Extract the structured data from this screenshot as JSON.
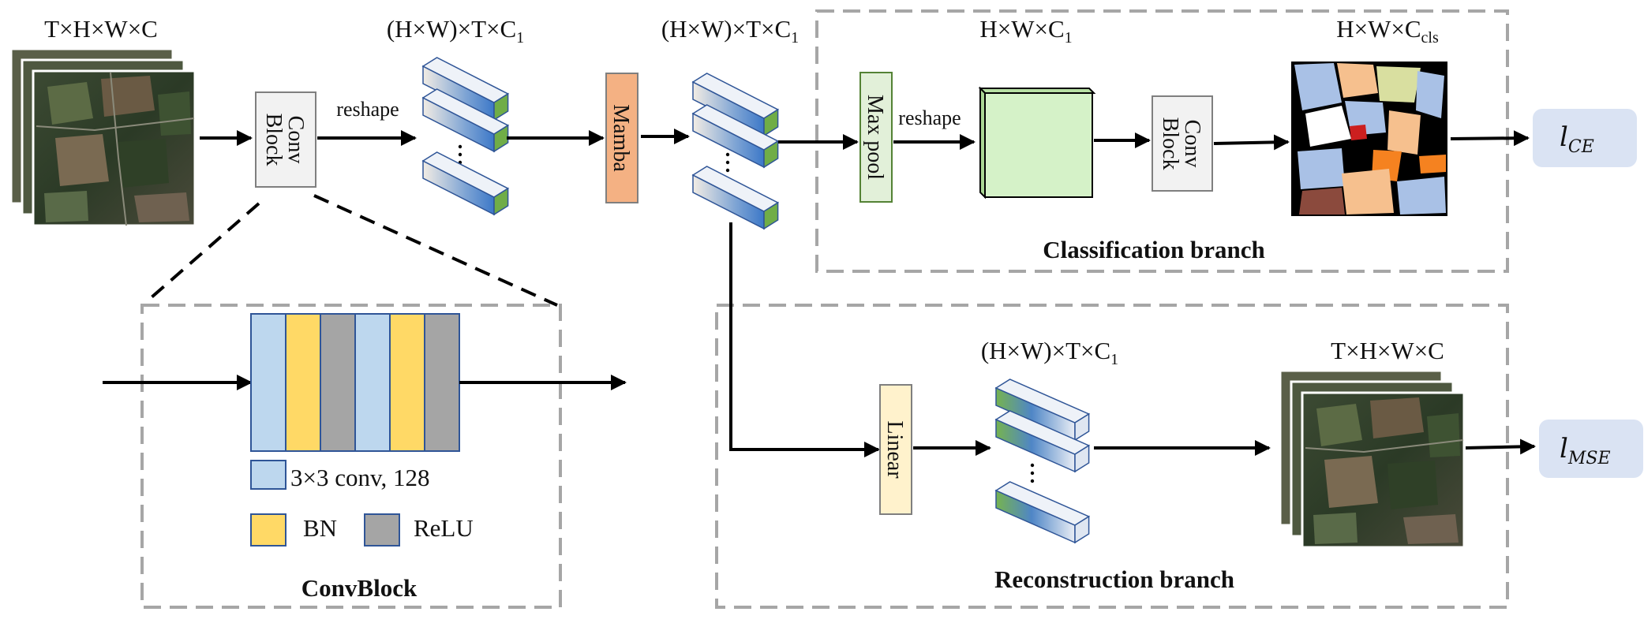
{
  "labels": {
    "input_dims": "T×H×W×C",
    "reshape_dims_a": "(H×W)×T×C",
    "reshape_dims_b": "(H×W)×T×C",
    "pool_dims": "H×W×C",
    "output_dims": "H×W×C",
    "output_sub": "cls",
    "recon_dims": "(H×W)×T×C",
    "recon_out_dims": "T×H×W×C",
    "sub_one": "1"
  },
  "blocks": {
    "conv_block_a": [
      "Conv",
      "Block"
    ],
    "mamba": "Mamba",
    "max_pool": "Max pool",
    "conv_block_b": [
      "Conv",
      "Block"
    ],
    "linear": "Linear"
  },
  "edges": {
    "reshape_a": "reshape",
    "reshape_b": "reshape"
  },
  "losses": {
    "ce": {
      "base": "l",
      "sub": "CE"
    },
    "mse": {
      "base": "l",
      "sub": "MSE"
    }
  },
  "branches": {
    "classification": "Classification branch",
    "reconstruction": "Reconstruction branch"
  },
  "convblock": {
    "title": "ConvBlock",
    "legend_conv": "3×3 conv, 128",
    "legend_bn": "BN",
    "legend_relu": "ReLU"
  },
  "colors": {
    "conv": "#bdd7ee",
    "bn": "#ffd966",
    "relu": "#a5a5a5",
    "mamba": "#f4b183",
    "maxpool": "#e2f0d9",
    "feature": "#d5f2c8",
    "linear": "#fff2cc",
    "loss": "#dae3f3",
    "dashed": "#a6a6a6"
  }
}
